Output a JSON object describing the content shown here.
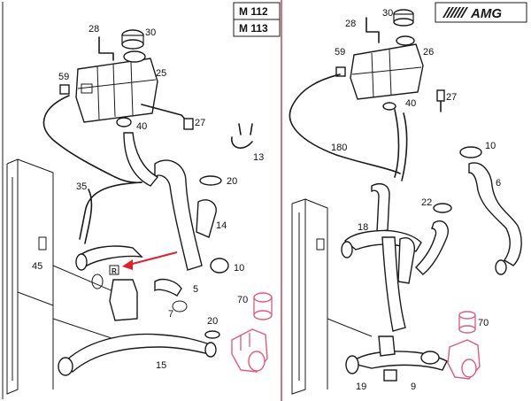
{
  "header": {
    "engine_code_1": "M 112",
    "engine_code_2": "M 113",
    "brand_logo": "AMG"
  },
  "callouts": {
    "left": {
      "p28": "28",
      "p30": "30",
      "p59": "59",
      "p25": "25",
      "p27": "27",
      "p40": "40",
      "p13": "13",
      "p35": "35",
      "p20a": "20",
      "p14": "14",
      "p45": "45",
      "p10": "10",
      "p5": "5",
      "p7": "7",
      "p70": "70",
      "p20b": "20",
      "p15": "15",
      "marker": "R"
    },
    "right": {
      "p28": "28",
      "p30": "30",
      "p59": "59",
      "p26": "26",
      "p27": "27",
      "p40": "40",
      "p180": "180",
      "p10": "10",
      "p6": "6",
      "p22": "22",
      "p18": "18",
      "p70": "70",
      "p19": "19",
      "p9": "9"
    }
  },
  "colors": {
    "line": "#1a1a1a",
    "highlight_arrow": "#e0202a",
    "pink_parts": "#e05a7a",
    "divider": "#c0394a"
  }
}
